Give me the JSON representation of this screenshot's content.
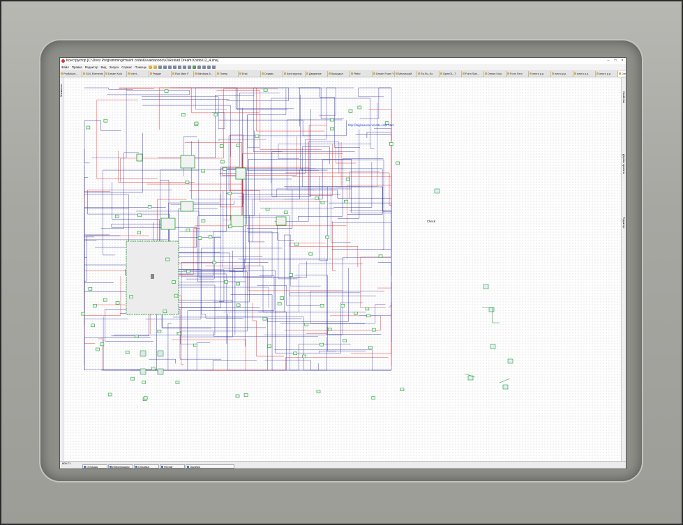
{
  "window": {
    "title": "Конструктор [C:\\Dooz Programming\\Hiasm code\\Kuvaldaoooo\\v2\\Reload Dream Kolobi\\12_4.sha]",
    "controls": [
      "–",
      "□",
      "×"
    ]
  },
  "menu": [
    "Файл",
    "Правка",
    "Редактор",
    "Вид",
    "Запуск",
    "Сервис",
    "Помощь"
  ],
  "tabs": [
    {
      "label": "ProjMount..."
    },
    {
      "label": "GUI_Elements"
    },
    {
      "label": "Dream Kolo"
    },
    {
      "label": "Vcbrt..."
    },
    {
      "label": "Редакт"
    },
    {
      "label": "Run Main F"
    },
    {
      "label": "Windows 8..."
    },
    {
      "label": "Плеер"
    },
    {
      "label": "Enst"
    },
    {
      "label": "Сервис"
    },
    {
      "label": "Конструктор"
    },
    {
      "label": "Движение"
    },
    {
      "label": "Крокодил"
    },
    {
      "label": "Plitter"
    },
    {
      "label": "Dream Foam Y"
    },
    {
      "label": "Мноческий"
    },
    {
      "label": "Ru.Ru_Ko"
    },
    {
      "label": "OpenGL_T"
    },
    {
      "label": "Form Stat..."
    },
    {
      "label": "Dream Kolo"
    },
    {
      "label": "Form Serv"
    },
    {
      "label": "лекто р.р."
    },
    {
      "label": "лекто р.р."
    },
    {
      "label": "лекто р.р."
    },
    {
      "label": "лекто р.р."
    },
    {
      "label": "Dream Kolo"
    }
  ],
  "active_tab": "Dream Kolo",
  "left_panel": {
    "label": "Элементы"
  },
  "right_panel": [
    "Свойства",
    "Дерево проекта",
    "Редактор"
  ],
  "canvas": {
    "url_label": "http://dagheaven.ru/vette.color.html",
    "check_label": "Check"
  },
  "status": {
    "coord": "800:71",
    "panel_tabs": [
      "Отладка",
      "Информация",
      "Справка",
      "HiChat",
      "Ошибки"
    ]
  },
  "colors": {
    "wire_red": "#e02020",
    "wire_blue": "#23239a",
    "wire_navy": "#3a3aa8",
    "component_green": "#1e9e2e",
    "bezel": "#a7a7a2"
  }
}
